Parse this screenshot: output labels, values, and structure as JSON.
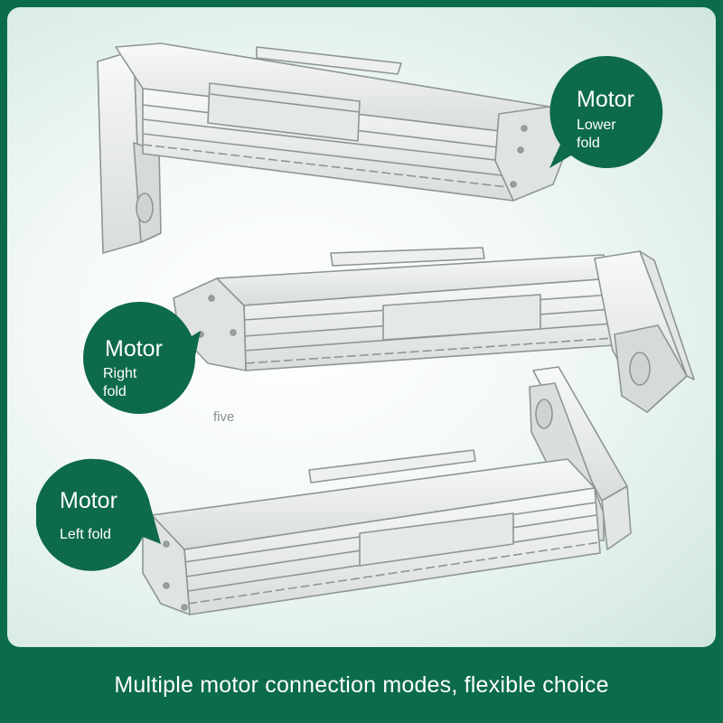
{
  "colors": {
    "brand_green": "#0b6b4c",
    "bubble_green": "#0d6a4b",
    "panel_light": "#eaf4f0"
  },
  "callouts": [
    {
      "title": "Motor",
      "subtitle": "Lower\nfold"
    },
    {
      "title": "Motor",
      "subtitle": "Right\nfold"
    },
    {
      "title": "Motor",
      "subtitle": "Left fold"
    }
  ],
  "note": "five",
  "footer": "Multiple motor connection modes, flexible choice"
}
